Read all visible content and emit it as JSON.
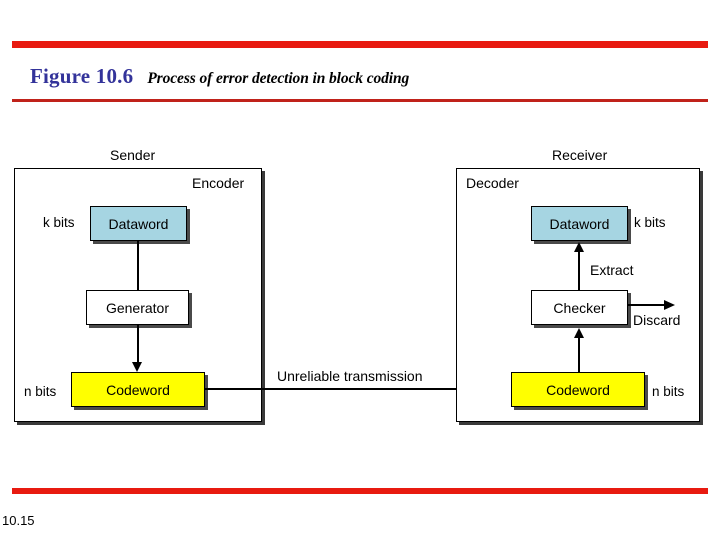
{
  "slide": {
    "number": "10.15",
    "accent_color": "#E81A10",
    "rule_color_secondary": "#C0221A"
  },
  "title": {
    "figure_label": "Figure 10.6",
    "caption": "Process of error detection in block coding",
    "label_color": "#33339A"
  },
  "diagram": {
    "sender": {
      "outer_label": "Sender",
      "inner_label": "Encoder",
      "dataword": {
        "text": "Dataword",
        "bits_label": "k bits",
        "color": "#A6D5E2"
      },
      "generator": {
        "text": "Generator",
        "color": "#FFFFFF"
      },
      "codeword": {
        "text": "Codeword",
        "bits_label": "n bits",
        "color": "#FFFF00"
      }
    },
    "channel": {
      "label": "Unreliable transmission"
    },
    "receiver": {
      "outer_label": "Receiver",
      "inner_label": "Decoder",
      "dataword": {
        "text": "Dataword",
        "bits_label": "k bits",
        "color": "#A6D5E2"
      },
      "checker": {
        "text": "Checker",
        "color": "#FFFFFF"
      },
      "codeword": {
        "text": "Codeword",
        "bits_label": "n bits",
        "color": "#FFFF00"
      },
      "extract_label": "Extract",
      "discard_label": "Discard"
    }
  }
}
